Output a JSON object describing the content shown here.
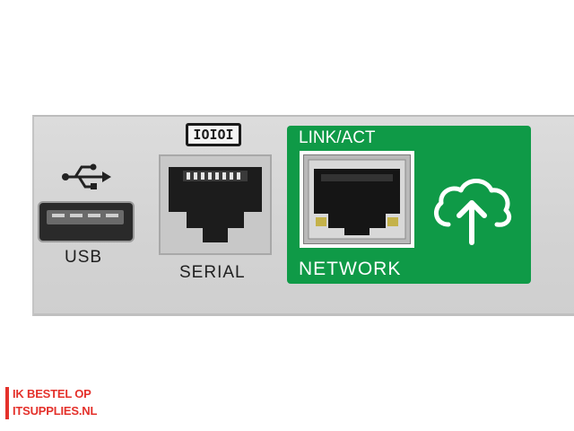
{
  "ports": {
    "usb": {
      "label": "USB",
      "icon": "usb-trident-icon"
    },
    "serial": {
      "label": "SERIAL",
      "icon_text": "IOIOI"
    },
    "network": {
      "status_label": "LINK/ACT",
      "label": "NETWORK",
      "icon": "cloud-upload-icon"
    }
  },
  "colors": {
    "panel": "#d6d6d6",
    "network_green": "#0f9a47",
    "watermark_red": "#e4312b"
  },
  "watermark": {
    "line1": "IK BESTEL OP",
    "line2": "ITSUPPLIES.NL"
  }
}
